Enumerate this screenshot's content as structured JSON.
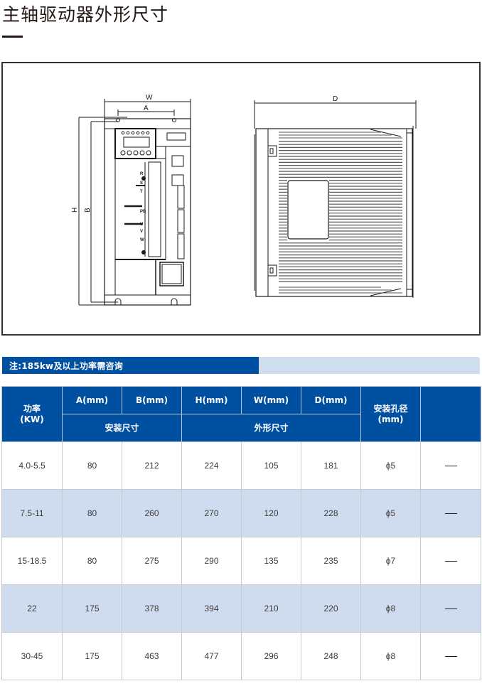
{
  "page": {
    "title": "主轴驱动器外形尺寸"
  },
  "drawing": {
    "front_view_labels": {
      "W": "W",
      "A": "A",
      "H": "H",
      "B": "B"
    },
    "side_view_labels": {
      "D": "D"
    }
  },
  "note": {
    "text": "注:185kw及以上功率需咨询",
    "colors": {
      "fill": "#0050a2",
      "track": "#d0ddef"
    }
  },
  "table": {
    "header": {
      "power": "功率\n(KW)",
      "power_line1": "功率",
      "power_line2": "(KW)",
      "A": "A(mm)",
      "B": "B(mm)",
      "H": "H(mm)",
      "W": "W(mm)",
      "D": "D(mm)",
      "hole_line1": "安装孔径",
      "hole_line2": "(mm)",
      "last": "",
      "group_mount": "安装尺寸",
      "group_outline": "外形尺寸"
    },
    "rows": [
      {
        "power": "4.0-5.5",
        "A": "80",
        "B": "212",
        "H": "224",
        "W": "105",
        "D": "181",
        "hole": "ϕ5",
        "last": "—"
      },
      {
        "power": "7.5-11",
        "A": "80",
        "B": "260",
        "H": "270",
        "W": "120",
        "D": "228",
        "hole": "ϕ5",
        "last": "—"
      },
      {
        "power": "15-18.5",
        "A": "80",
        "B": "275",
        "H": "290",
        "W": "135",
        "D": "235",
        "hole": "ϕ7",
        "last": "—"
      },
      {
        "power": "22",
        "A": "175",
        "B": "378",
        "H": "394",
        "W": "210",
        "D": "220",
        "hole": "ϕ8",
        "last": "—"
      },
      {
        "power": "30-45",
        "A": "175",
        "B": "463",
        "H": "477",
        "W": "296",
        "D": "248",
        "hole": "ϕ8",
        "last": "—"
      }
    ],
    "colors": {
      "header_bg": "#0050a2",
      "alt_row_bg": "#cfdcef"
    }
  }
}
